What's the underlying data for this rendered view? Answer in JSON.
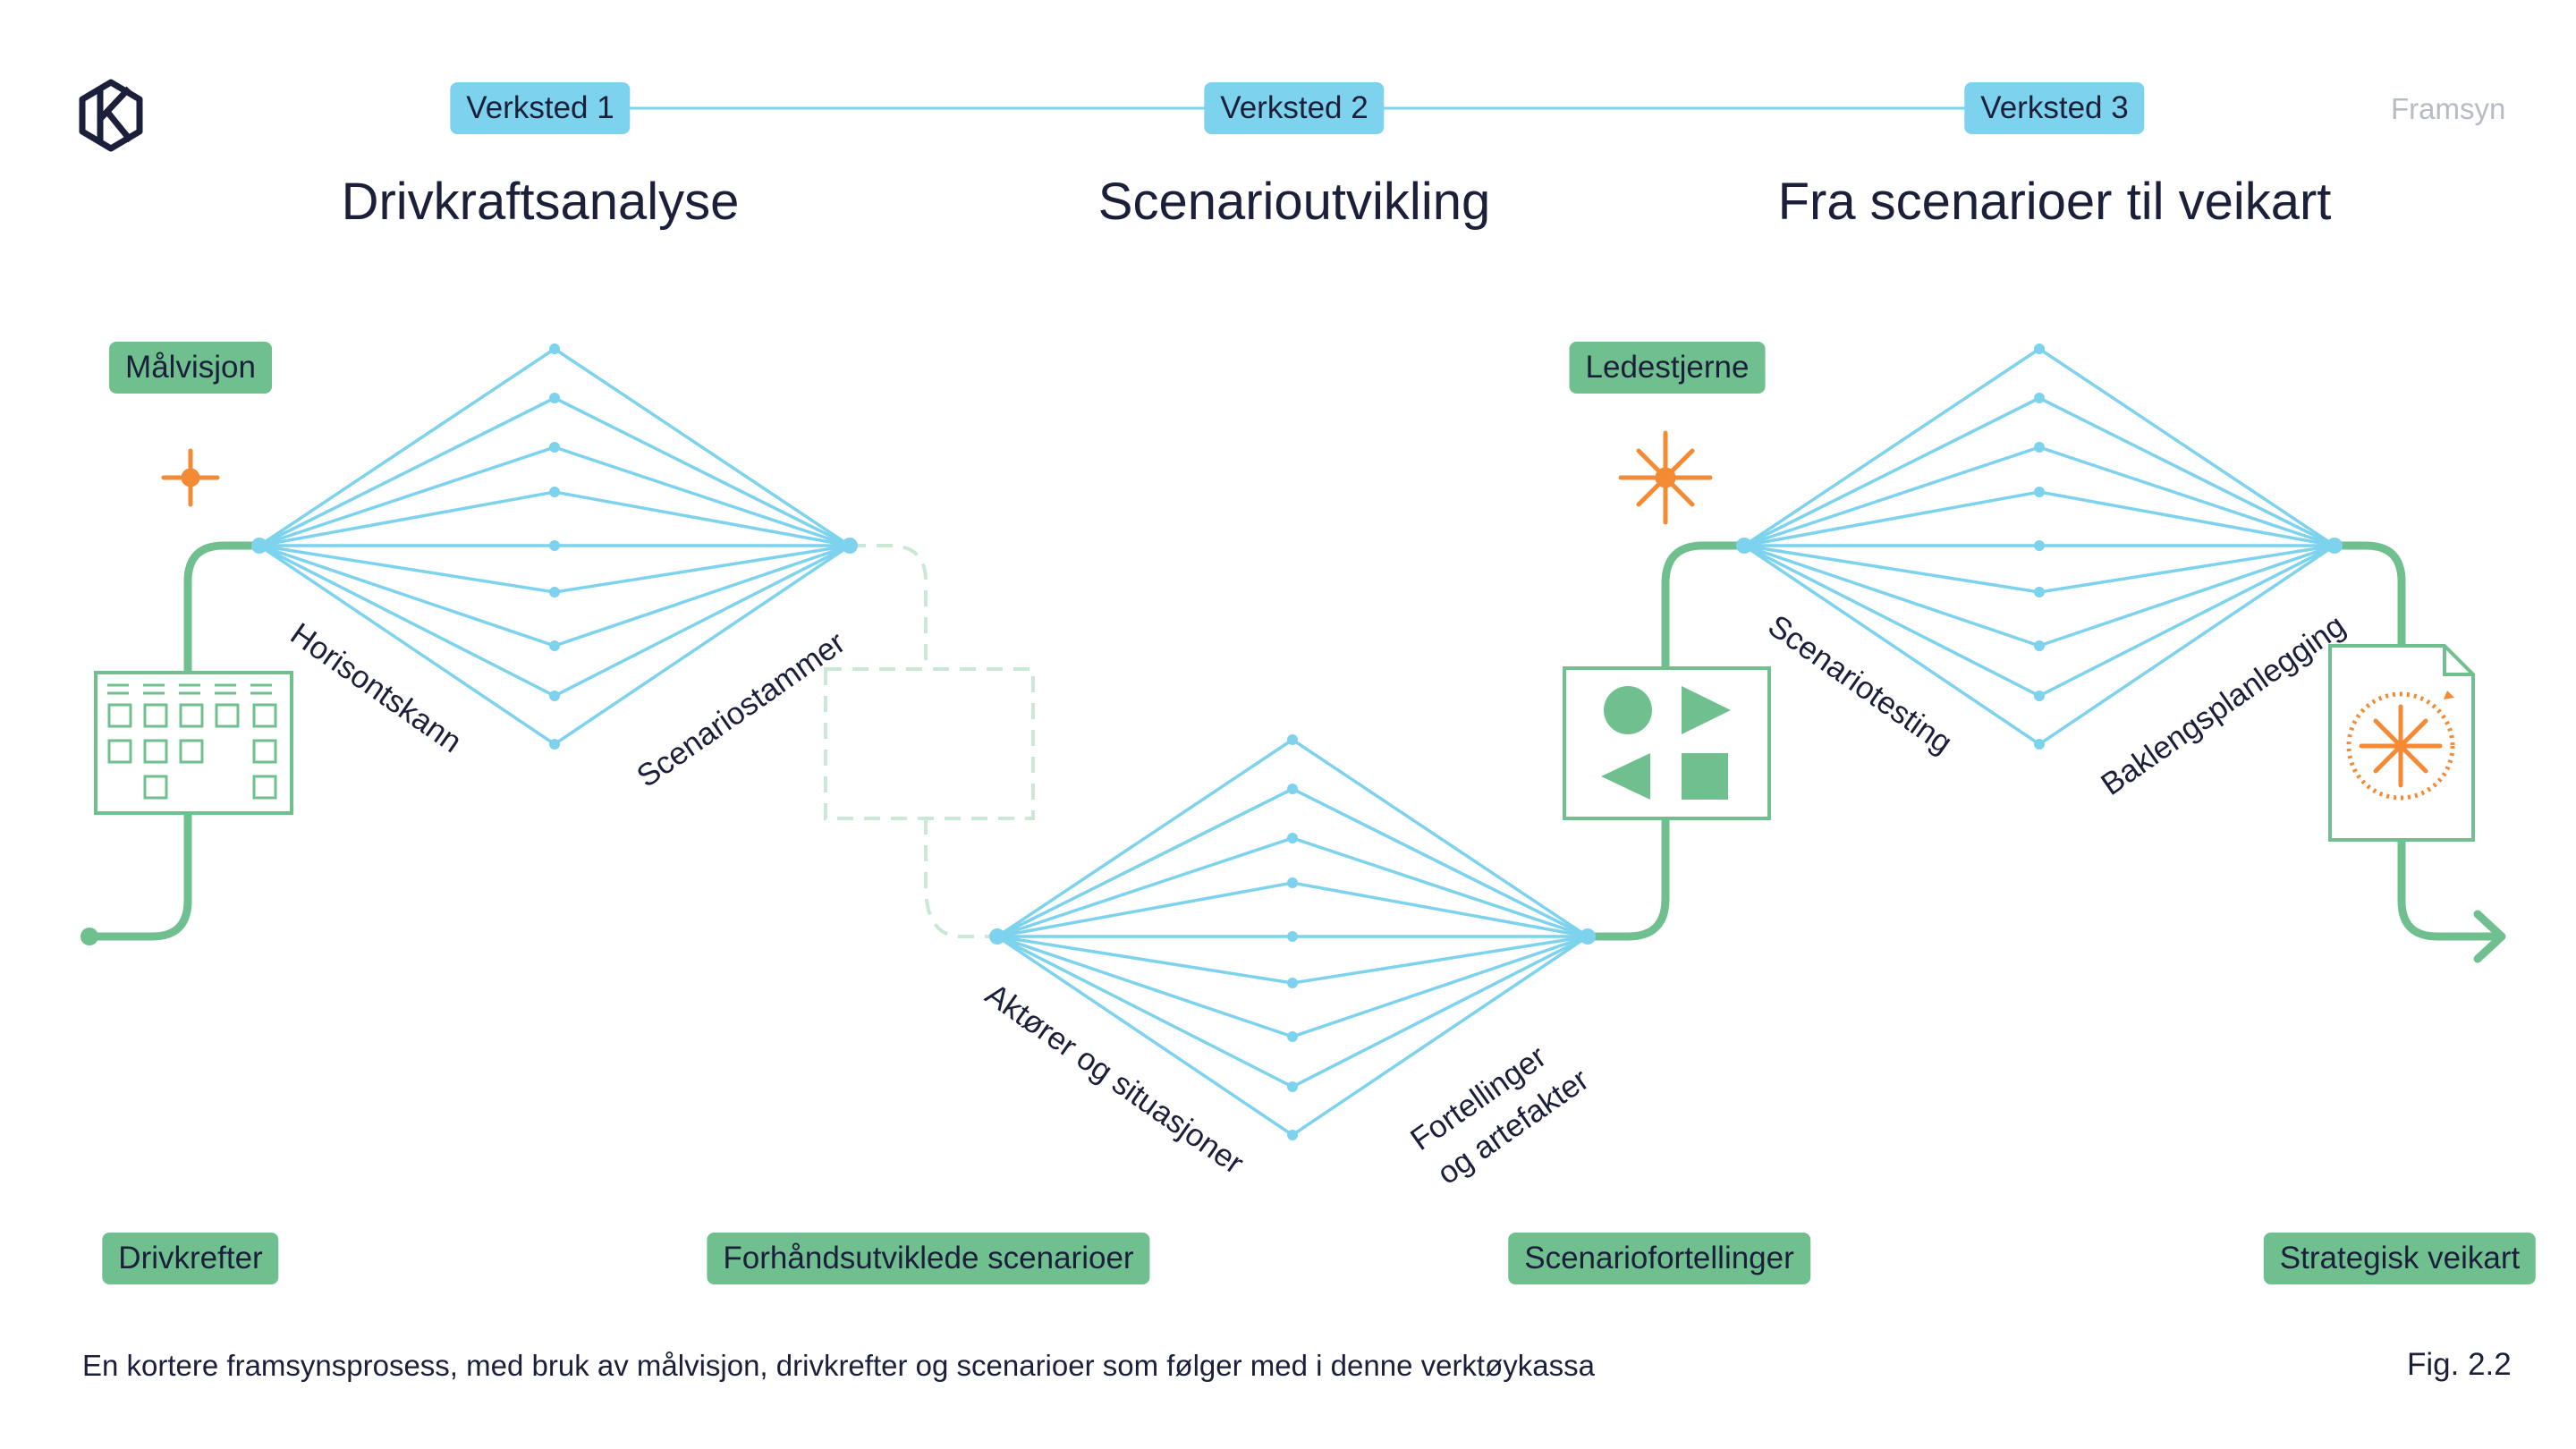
{
  "brand": "Framsyn",
  "workshops": [
    {
      "label": "Verksted 1",
      "title": "Drivkraftsanalyse"
    },
    {
      "label": "Verksted 2",
      "title": "Scenarioutvikling"
    },
    {
      "label": "Verksted 3",
      "title": "Fra scenarioer til veikart"
    }
  ],
  "top_tags": {
    "malvisjon": "Målvisjon",
    "ledestjerne": "Ledestjerne"
  },
  "stage_labels": {
    "horisontskann": "Horisontskann",
    "scenariostammer": "Scenariostammer",
    "aktorer_line1": "Aktører og situasjoner",
    "fortellinger_line1": "Fortellinger",
    "fortellinger_line2": "og artefakter",
    "scenariotesting": "Scenariotesting",
    "baklengsplanlegging": "Baklengsplanlegging"
  },
  "bottom_tags": [
    "Drivkrefter",
    "Forhåndsutviklede scenarioer",
    "Scenariofortellinger",
    "Strategisk veikart"
  ],
  "caption": "En kortere framsynsprosess, med bruk av målvisjon, drivkrefter og scenarioer som følger med i denne verktøykassa",
  "figure_number": "Fig. 2.2",
  "colors": {
    "workshop_pill": "#7dd3ee",
    "tag_green": "#6fc08e",
    "diamond_lines": "#7dd3ee",
    "path_green": "#6fc08e",
    "star_orange": "#f58a34",
    "text_dark": "#1b1f3a",
    "brand_grey": "#b7bcc4"
  },
  "icons": [
    "logo-icon",
    "small-star-icon",
    "large-star-icon",
    "calendar-grid-icon",
    "shapes-icon",
    "document-compass-icon",
    "arrow-right-icon"
  ]
}
